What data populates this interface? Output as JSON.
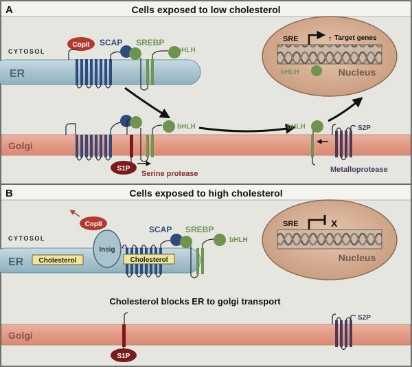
{
  "panelA": {
    "letter": "A",
    "title": "Cells exposed to low cholesterol",
    "cytosol": "CYTOSOL",
    "er": "ER",
    "golgi": "Golgi",
    "copii": "CopII",
    "scap": "SCAP",
    "srebp": "SREBP",
    "bhlh": "bHLH",
    "sre": "SRE",
    "target_genes": "Target genes",
    "up_arrow": "↑",
    "nucleus": "Nucleus",
    "s1p": "S1P",
    "serine_protease": "Serine protease",
    "s2p": "S2P",
    "metalloprotease": "Metalloprotease"
  },
  "panelB": {
    "letter": "B",
    "title": "Cells exposed to high cholesterol",
    "cytosol": "CYTOSOL",
    "er": "ER",
    "golgi": "Golgi",
    "copii": "CopII",
    "insig": "Insig",
    "cholesterol": "Cholesterol",
    "scap": "SCAP",
    "srebp": "SREBP",
    "bhlh": "bHLH",
    "sre": "SRE",
    "block_x": "X",
    "nucleus": "Nucleus",
    "block_text": "Cholesterol blocks ER to golgi transport",
    "s1p": "S1P",
    "s2p": "S2P"
  },
  "colors": {
    "background": "#e6e6e1",
    "er_membrane": "#a9c4cf",
    "golgi_membrane": "#e49a85",
    "scap": "#2f4a7e",
    "srebp": "#6f9450",
    "copii": "#b23a2e",
    "s1p": "#7a1a1c",
    "s2p": "#4a3a5e",
    "nucleus": "#d9b49a"
  }
}
